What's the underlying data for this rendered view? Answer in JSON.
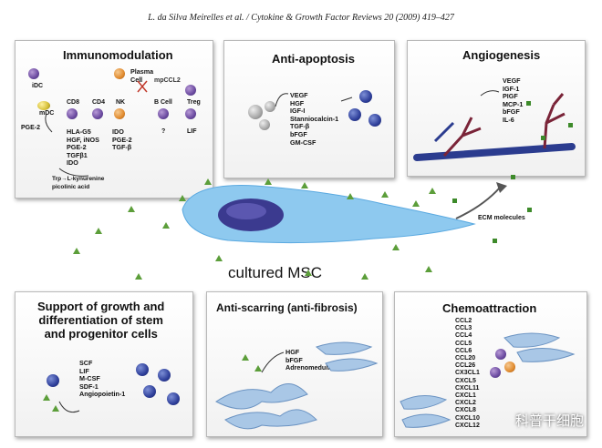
{
  "citation": "L. da Silva Meirelles et al. / Cytokine & Growth Factor Reviews 20 (2009) 419–427",
  "center_label": "cultured MSC",
  "watermark": "科普干细胞",
  "panels": {
    "immunomodulation": {
      "title": "Immunomodulation",
      "cells": {
        "idc": "iDC",
        "mdc": "mDC",
        "pge2_left": "PGE-2",
        "cd8": "CD8",
        "cd4": "CD4",
        "nk": "NK",
        "plasma_cell": "Plasma\nCell",
        "ccl2": "mpCCL2",
        "b_cell": "B Cell",
        "treg": "Treg"
      },
      "cd8_list": "HLA-G5\nHGF, iNOS\nPGE-2\nTGFβ1\nIDO",
      "nk_list": "IDO\nPGE-2\nTGF-β",
      "b_question": "?",
      "treg_lif": "LIF",
      "trp": "Trp→L-kynurenine\npicolinic acid"
    },
    "anti_apoptosis": {
      "title": "Anti-apoptosis",
      "factors": "VEGF\nHGF\nIGF-I\nStanniocalcin-1\nTGF-β\nbFGF\nGM-CSF"
    },
    "angiogenesis": {
      "title": "Angiogenesis",
      "factors": "VEGF\nIGF-1\nPIGF\nMCP-1\nbFGF\nIL-6",
      "ecm": "ECM molecules"
    },
    "support": {
      "title": "Support of growth and\ndifferentiation of stem\nand progenitor cells",
      "factors": "SCF\nLIF\nM-CSF\nSDF-1\nAngiopoietin-1"
    },
    "anti_scarring": {
      "title": "Anti-scarring (anti-fibrosis)",
      "factors": "HGF\nbFGF\nAdrenomedullin (?)"
    },
    "chemoattraction": {
      "title": "Chemoattraction",
      "factors": "CCL2\nCCL3\nCCL4\nCCL5\nCCL6\nCCL20\nCCL26\nCX3CL1\nCXCL5\nCXCL11\nCXCL1\nCXCL2\nCXCL8\nCXCL10\nCXCL12"
    }
  },
  "colors": {
    "triangle": "#5c9e3a",
    "square": "#3d8a2a",
    "msc": "#5aa9e0",
    "vessel": "#2b3c8f"
  }
}
